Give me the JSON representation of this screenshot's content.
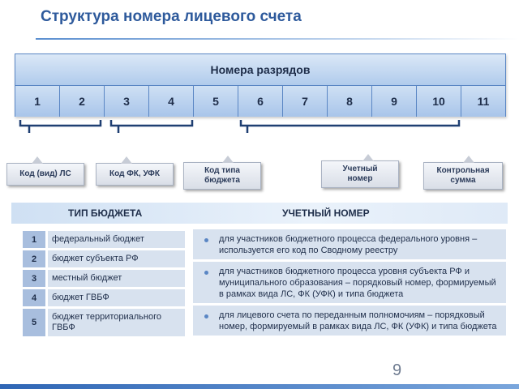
{
  "title": "Структура номера лицевого счета",
  "digits_table": {
    "header": "Номера разрядов",
    "digits": [
      "1",
      "2",
      "3",
      "4",
      "5",
      "6",
      "7",
      "8",
      "9",
      "10",
      "11"
    ]
  },
  "callouts": {
    "code_ls": "Код (вид) ЛС",
    "code_fk": "Код ФК, УФК",
    "budget_type_code_line1": "Код типа",
    "budget_type_code_line2": "бюджета",
    "account_number_line1": "Учетный",
    "account_number_line2": "номер",
    "checksum_line1": "Контрольная",
    "checksum_line2": "сумма"
  },
  "sections": {
    "budget_type": "ТИП БЮДЖЕТА",
    "account_number": "УЧЕТНЫЙ НОМЕР"
  },
  "budget_types": [
    {
      "num": "1",
      "label": "федеральный бюджет"
    },
    {
      "num": "2",
      "label": "бюджет субъекта РФ"
    },
    {
      "num": "3",
      "label": "местный бюджет"
    },
    {
      "num": "4",
      "label": "бюджет ГВБФ"
    },
    {
      "num": "5",
      "label": "бюджет территориального ГВБФ"
    }
  ],
  "account_rules": [
    "для участников бюджетного процесса федерального уровня – используется его код по Сводному реестру",
    "для участников бюджетного процесса уровня субъекта РФ и муниципального образования – порядковый номер, формируемый в рамках вида ЛС, ФК (УФК) и типа бюджета",
    "для лицевого счета по переданным полномочиям – порядковый номер, формируемый в рамках вида ЛС, ФК (УФК) и типа бюджета"
  ],
  "page_number": "9"
}
